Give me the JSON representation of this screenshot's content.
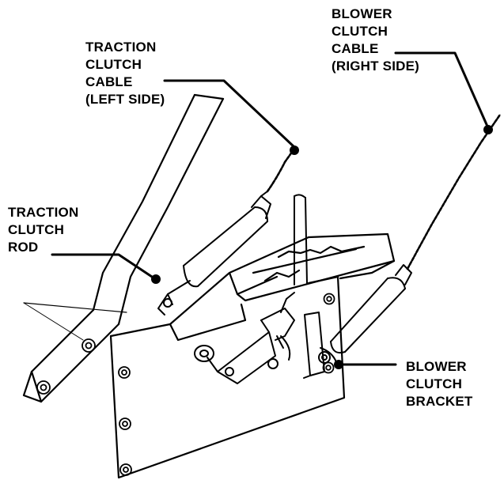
{
  "diagram": {
    "callouts": {
      "traction_clutch_cable": [
        "TRACTION",
        "CLUTCH",
        "CABLE",
        "(LEFT SIDE)"
      ],
      "blower_clutch_cable": [
        "BLOWER",
        "CLUTCH",
        "CABLE",
        "(RIGHT SIDE)"
      ],
      "traction_clutch_rod": [
        "TRACTION",
        "CLUTCH",
        "ROD"
      ],
      "blower_clutch_bracket": [
        "BLOWER",
        "CLUTCH",
        "BRACKET"
      ]
    },
    "colors": {
      "ink": "#000000",
      "background": "#ffffff"
    }
  }
}
